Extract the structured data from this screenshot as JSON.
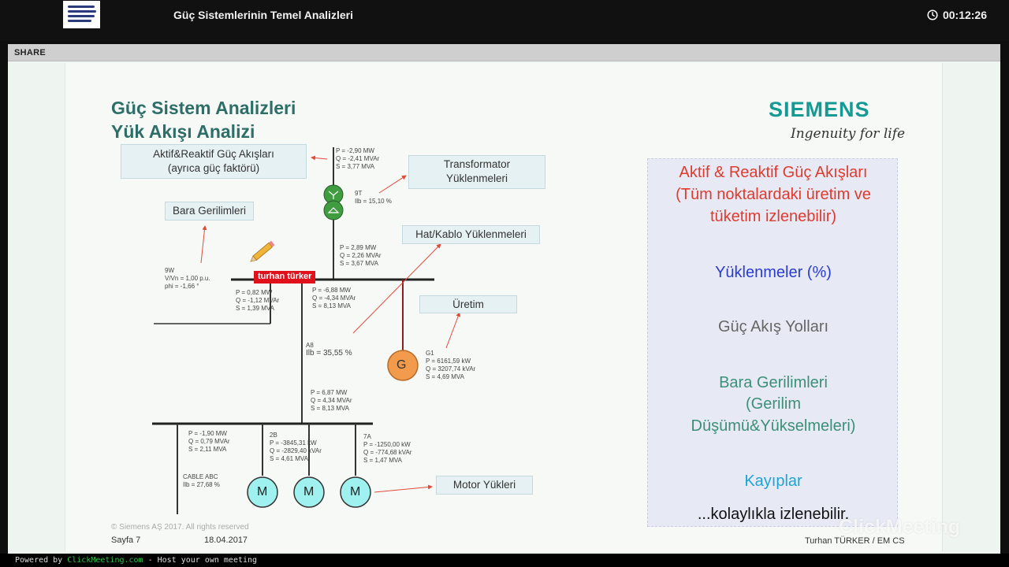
{
  "header": {
    "title": "Güç Sistemlerinin Temel Analizleri",
    "timer": "00:12:26"
  },
  "sharebar": {
    "share_label": "SHARE"
  },
  "slide": {
    "title_line1": "Güç Sistem Analizleri",
    "title_line2": "Yük Akışı Analizi",
    "brand": "SIEMENS",
    "brand_tagline": "Ingenuity for life",
    "callouts": {
      "flows_line1": "Aktif&Reaktif Güç Akışları",
      "flows_line2": "(ayrıca güç faktörü)",
      "transformer_line1": "Transformator",
      "transformer_line2": "Yüklenmeleri",
      "bus_voltages": "Bara Gerilimleri",
      "line_loading": "Hat/Kablo Yüklenmeleri",
      "generation": "Üretim",
      "motor_loads": "Motor Yükleri"
    },
    "diagram": {
      "top_feed": "P = -2,90 MW\nQ = -2,41 MVAr\nS = 3,77 MVA",
      "transformer": "9T\nIlb = 15,10 %",
      "below_tx": "P = 2,89 MW\nQ = 2,26 MVAr\nS = 3,67 MVA",
      "bus_voltage": "9W\nV/Vn = 1,00 p.u.\nphi = -1,66 °",
      "left_feeder": "P = 0,82 MW\nQ = -1,12 MVAr\nS = 1,39 MVA",
      "center_top": "P = -6,88 MW\nQ = -4,34 MVAr\nS = 8,13 MVA",
      "line_a8_id": "A8",
      "line_a8_load": "Ilb = 35,55 %",
      "generator_data": "G1\nP = 6161,59 kW\nQ = 3207,74 kVAr\nS = 4,69 MVA",
      "generator_label": "G",
      "mid_feeder": "P = 6,87 MW\nQ = 4,34 MVAr\nS = 8,13 MVA",
      "lower_left": "P = -1,90 MW\nQ = 0,79 MVAr\nS = 2,11 MVA",
      "motor_2b": "2B\nP = -3845,31 kW\nQ = -2829,40 kVAr\nS = 4,61 MVA",
      "motor_7a": "7A\nP = -1250,00 kW\nQ = -774,68 kVAr\nS = 1,47 MVA",
      "cable": "CABLE ABC\nIlb = 27,68 %",
      "motor_label": "M"
    },
    "right_panel": {
      "line1": "Aktif & Reaktif Güç Akışları",
      "line2": "(Tüm noktalardaki üretim ve",
      "line3": "tüketim izlenebilir)",
      "loadings": "Yüklenmeler (%)",
      "flow_paths": "Güç Akış Yolları",
      "bus_v1": "Bara Gerilimleri",
      "bus_v2": "(Gerilim",
      "bus_v3": "Düşümü&Yükselmeleri)",
      "losses": "Kayıplar",
      "summary": "...kolaylıkla izlenebilir."
    },
    "copyright": "© Siemens AŞ 2017. All rights reserved",
    "page": "Sayfa 7",
    "date": "18.04.2017",
    "author": "Turhan  TÜRKER / EM CS"
  },
  "presenter_tag": "turhan türker",
  "watermark": "ClickMeeting",
  "bottom": {
    "prefix": "Powered by ",
    "link": "ClickMeeting.com",
    "suffix": " - Host your own meeting"
  },
  "colors": {
    "accent_teal": "#159a93",
    "title_teal": "#2d6e67",
    "red_text": "#e03a2f",
    "blue_text": "#2a3bd0",
    "green_text": "#3d8f77",
    "cyan_text": "#1fa3d6",
    "generator_orange": "#f39b4c",
    "motor_cyan": "#9ff1f0"
  }
}
